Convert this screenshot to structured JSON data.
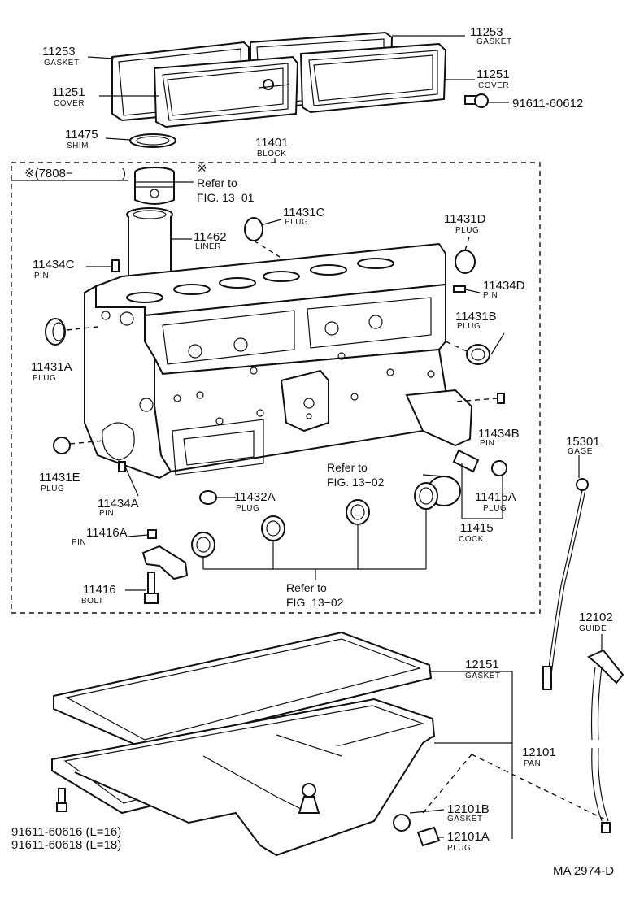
{
  "catalog_code": "MA 2974-D",
  "labels": {
    "gasket_top_left": {
      "num": "11253",
      "name": "GASKET"
    },
    "gasket_top_right": {
      "num": "11253",
      "name": "GASKET"
    },
    "cover_left": {
      "num": "11251",
      "name": "COVER"
    },
    "cover_right": {
      "num": "11251",
      "name": "COVER"
    },
    "bolt_cover": {
      "num": "91611-60612"
    },
    "shim": {
      "num": "11475",
      "name": "SHIM"
    },
    "block": {
      "num": "11401",
      "name": "BLOCK"
    },
    "serial_note": "※(7808−",
    "serial_close": ")",
    "asterisk": "※",
    "liner": {
      "num": "11462",
      "name": "LINER"
    },
    "plug_c": {
      "num": "11431C",
      "name": "PLUG"
    },
    "plug_d": {
      "num": "11431D",
      "name": "PLUG"
    },
    "pin_c": {
      "num": "11434C",
      "name": "PIN"
    },
    "pin_d": {
      "num": "11434D",
      "name": "PIN"
    },
    "plug_b": {
      "num": "11431B",
      "name": "PLUG"
    },
    "plug_a": {
      "num": "11431A",
      "name": "PLUG"
    },
    "pin_b": {
      "num": "11434B",
      "name": "PIN"
    },
    "gage": {
      "num": "15301",
      "name": "GAGE"
    },
    "plug_e": {
      "num": "11431E",
      "name": "PLUG"
    },
    "pin_a": {
      "num": "11434A",
      "name": "PIN"
    },
    "plug_11432a": {
      "num": "11432A",
      "name": "PLUG"
    },
    "plug_11415a": {
      "num": "11415A",
      "name": "PLUG"
    },
    "cock": {
      "num": "11415",
      "name": "COCK"
    },
    "pin_11416a": {
      "num": "11416A",
      "name": "PIN"
    },
    "bolt_11416": {
      "num": "11416",
      "name": "BOLT"
    },
    "guide": {
      "num": "12102",
      "name": "GUIDE"
    },
    "gasket_pan": {
      "num": "12151",
      "name": "GASKET"
    },
    "pan": {
      "num": "12101",
      "name": "PAN"
    },
    "gasket_12101b": {
      "num": "12101B",
      "name": "GASKET"
    },
    "plug_12101a": {
      "num": "12101A",
      "name": "PLUG"
    },
    "bolt_pan_1": "91611-60616 (L=16)",
    "bolt_pan_2": "91611-60618 (L=18)"
  },
  "refs": {
    "ref_13_01_a": "Refer to",
    "ref_13_01_b": "FIG. 13−01",
    "ref_13_02_upper_a": "Refer to",
    "ref_13_02_upper_b": "FIG. 13−02",
    "ref_13_02_lower_a": "Refer to",
    "ref_13_02_lower_b": "FIG. 13−02"
  }
}
